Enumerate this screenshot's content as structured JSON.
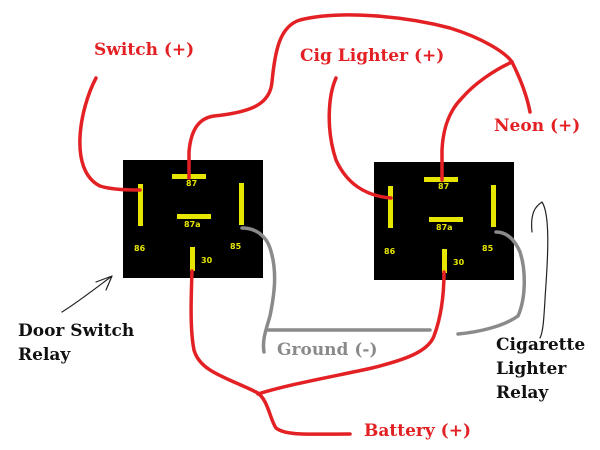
{
  "labels": {
    "switch": "Switch (+)",
    "cig_lighter": "Cig Lighter (+)",
    "neon": "Neon (+)",
    "ground": "Ground (-)",
    "battery": "Battery (+)",
    "door_switch_relay_1": "Door Switch",
    "door_switch_relay_2": "Relay",
    "cig_relay_1": "Cigarette",
    "cig_relay_2": "Lighter",
    "cig_relay_3": "Relay"
  },
  "relays": {
    "left": {
      "pin87": "87",
      "pin87a": "87a",
      "pin86": "86",
      "pin85": "85",
      "pin30": "30"
    },
    "right": {
      "pin87": "87",
      "pin87a": "87a",
      "pin86": "86",
      "pin85": "85",
      "pin30": "30"
    }
  },
  "colors": {
    "wire_positive": "#e32124",
    "wire_ground": "#8a8a8a",
    "relay_body": "#000000",
    "relay_pins": "#e6e600",
    "annotation": "#111111"
  }
}
